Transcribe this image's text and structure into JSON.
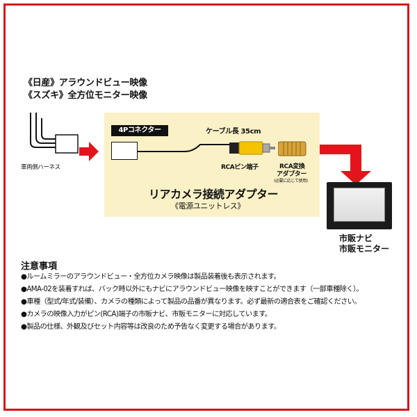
{
  "header": {
    "line1": "《日産》アラウンドビュー映像",
    "line2": "《スズキ》全方位モニター映像"
  },
  "harness": {
    "label": "車両側ハーネス"
  },
  "connector": {
    "label": "4Pコネクター"
  },
  "cable": {
    "label": "ケーブル長 35cm"
  },
  "rca_pin": {
    "label": "RCAピン端子"
  },
  "rca_adapter": {
    "label_line1": "RCA変換",
    "label_line2": "アダプター",
    "note": "(必要に応じて使用)"
  },
  "product": {
    "name": "リアカメラ接続アダプター",
    "sub": "《電源ユニットレス》"
  },
  "monitor": {
    "line1": "市販ナビ",
    "line2": "市販モニター"
  },
  "notes": {
    "title": "注意事項",
    "items": [
      "●ルームミラーのアラウンドビュー・全方位カメラ映像は製品装着後も表示されます。",
      "●AMA-02を装着すれば、バック時以外にもナビにアラウンドビュー映像を映すことができます（一部車種除く）。",
      "●車種（型式/年式/装備）、カメラの種類によって製品の品番が異なります。必ず最新の適合表をご確認ください。",
      "●カメラの映像入力がピン(RCA)端子の市販ナビ、市販モニターに対応しています。",
      "●製品の仕様、外観及びセット内容等は改良のため予告なく変更する場合があります。"
    ]
  },
  "colors": {
    "border": "#d7141a",
    "arrow": "#e3141b",
    "panel": "#fbf1c7",
    "rca_yellow": "#f5c400",
    "adapter_gold": "#d8a43a"
  }
}
